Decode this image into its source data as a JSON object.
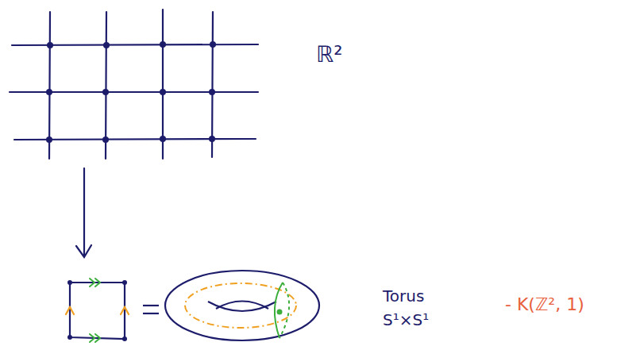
{
  "diagram": {
    "labels": [
      "ℝ²",
      "Torus",
      "S¹×S¹",
      "- K(ℤ², 1)"
    ]
  }
}
